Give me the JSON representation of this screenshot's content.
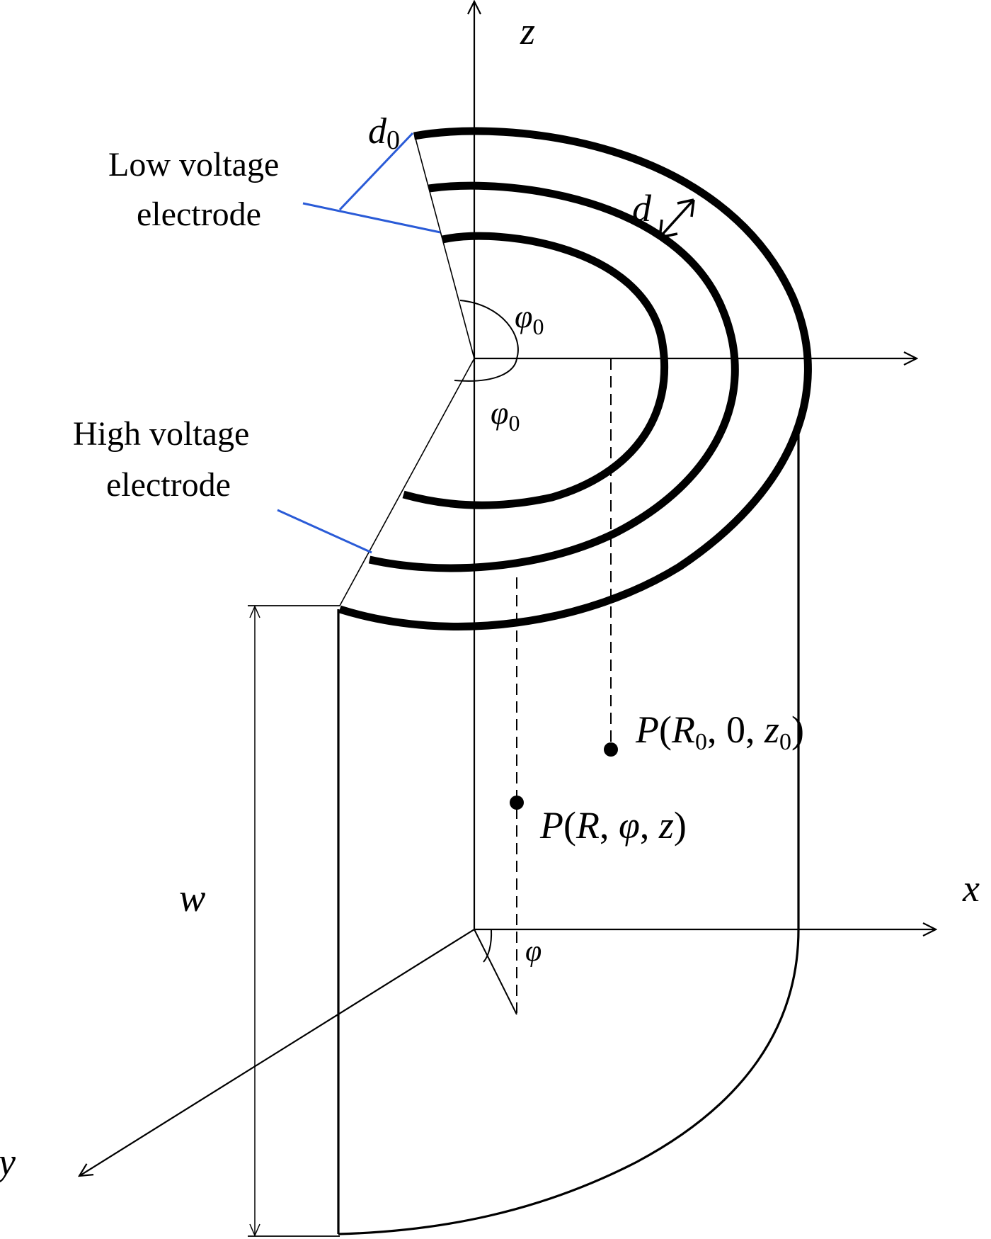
{
  "labels": {
    "z_axis": "z",
    "x_axis": "x",
    "y_axis": "y",
    "d0_main": "d",
    "d0_sub": "0",
    "d_label": "d",
    "w_label": "w",
    "phi0_upper_main": "φ",
    "phi0_upper_sub": "0",
    "phi0_lower_main": "φ",
    "phi0_lower_sub": "0",
    "phi_label": "φ",
    "low_voltage_line1": "Low voltage",
    "low_voltage_line2": "electrode",
    "high_voltage_line1": "High voltage",
    "high_voltage_line2": "electrode",
    "point_p0": {
      "p": "P",
      "open": "(",
      "r": "R",
      "r_sub": "0",
      "mid": ", 0, ",
      "z": "z",
      "z_sub": "0",
      "close": ")"
    },
    "point_p": {
      "p": "P",
      "open": "(",
      "r": "R",
      "c1": ", ",
      "phi": "φ",
      "c2": ", ",
      "z": "z",
      "close": ")"
    }
  },
  "colors": {
    "leader_lines": "#2a5bd7",
    "electrodes": "#000000",
    "background": "#ffffff"
  }
}
